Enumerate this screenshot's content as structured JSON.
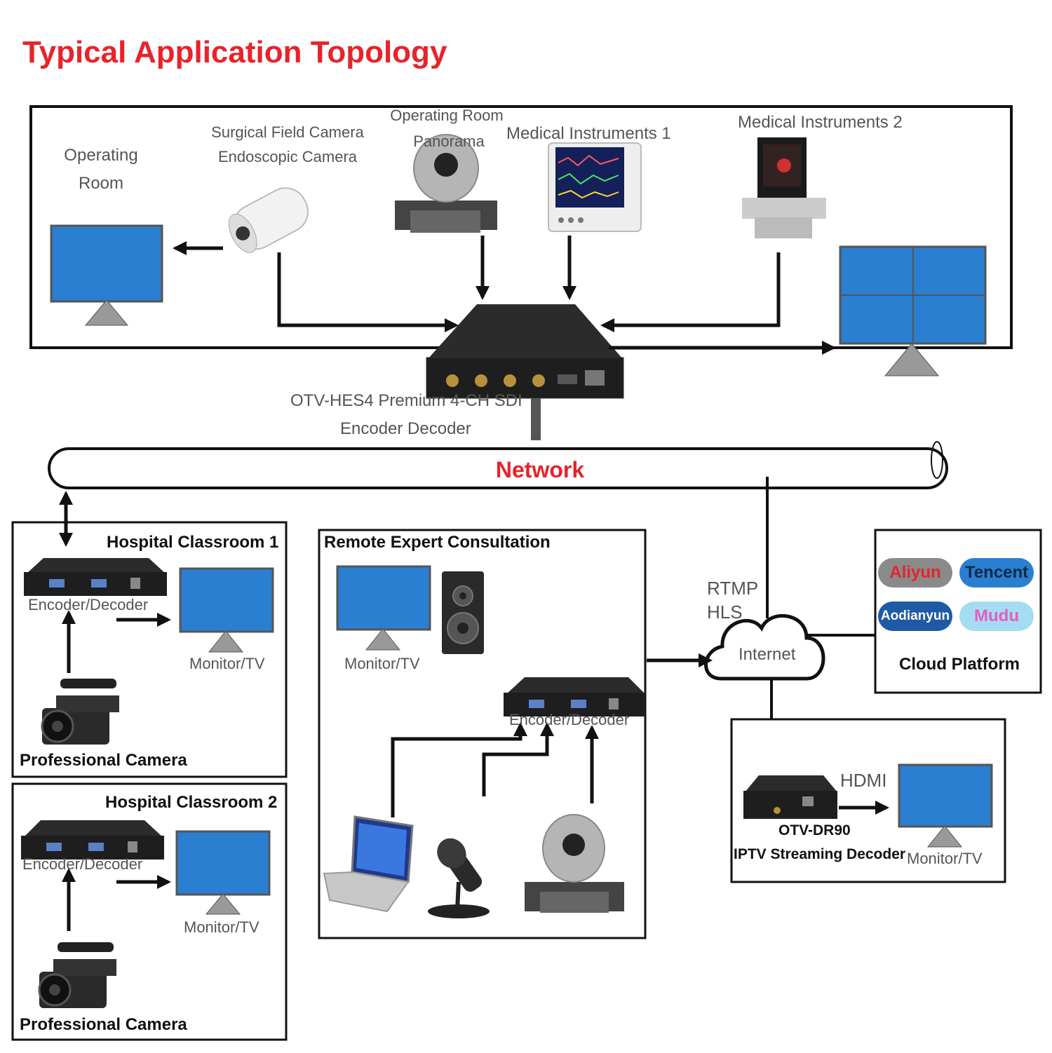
{
  "title": "Typical Application Topology",
  "operating_room": {
    "label_line1": "Operating",
    "label_line2": "Room",
    "surgical_camera_line1": "Surgical Field Camera",
    "surgical_camera_line2": "Endoscopic Camera",
    "panorama_line1": "Operating Room",
    "panorama_line2": "Panorama",
    "instruments_1": "Medical Instruments 1",
    "instruments_2": "Medical Instruments 2"
  },
  "encoder_main": {
    "line1": "OTV-HES4 Premium 4-CH SDI",
    "line2": "Encoder Decoder"
  },
  "network_label": "Network",
  "classroom1": {
    "title": "Hospital Classroom 1",
    "encoder": "Encoder/Decoder",
    "monitor": "Monitor/TV",
    "camera": "Professional Camera"
  },
  "classroom2": {
    "title": "Hospital Classroom 2",
    "encoder": "Encoder/Decoder",
    "monitor": "Monitor/TV",
    "camera": "Professional Camera"
  },
  "remote": {
    "title": "Remote Expert Consultation",
    "monitor": "Monitor/TV",
    "encoder": "Encoder/Decoder"
  },
  "internet": {
    "protocol1": "RTMP",
    "protocol2": "HLS",
    "cloud_label": "Internet"
  },
  "cloud_platform": {
    "label": "Cloud Platform",
    "providers": [
      "Aliyun",
      "Tencent",
      "Aodianyun",
      "Mudu"
    ]
  },
  "iptv": {
    "hdmi": "HDMI",
    "model": "OTV-DR90",
    "name": "IPTV Streaming Decoder",
    "monitor": "Monitor/TV"
  },
  "colors": {
    "title_red": "#e8232a",
    "screen_blue": "#2a7fd0",
    "aliyun_text": "#e8232a",
    "tencent_text": "#0b2a4a",
    "mudu_text": "#e060c0"
  }
}
